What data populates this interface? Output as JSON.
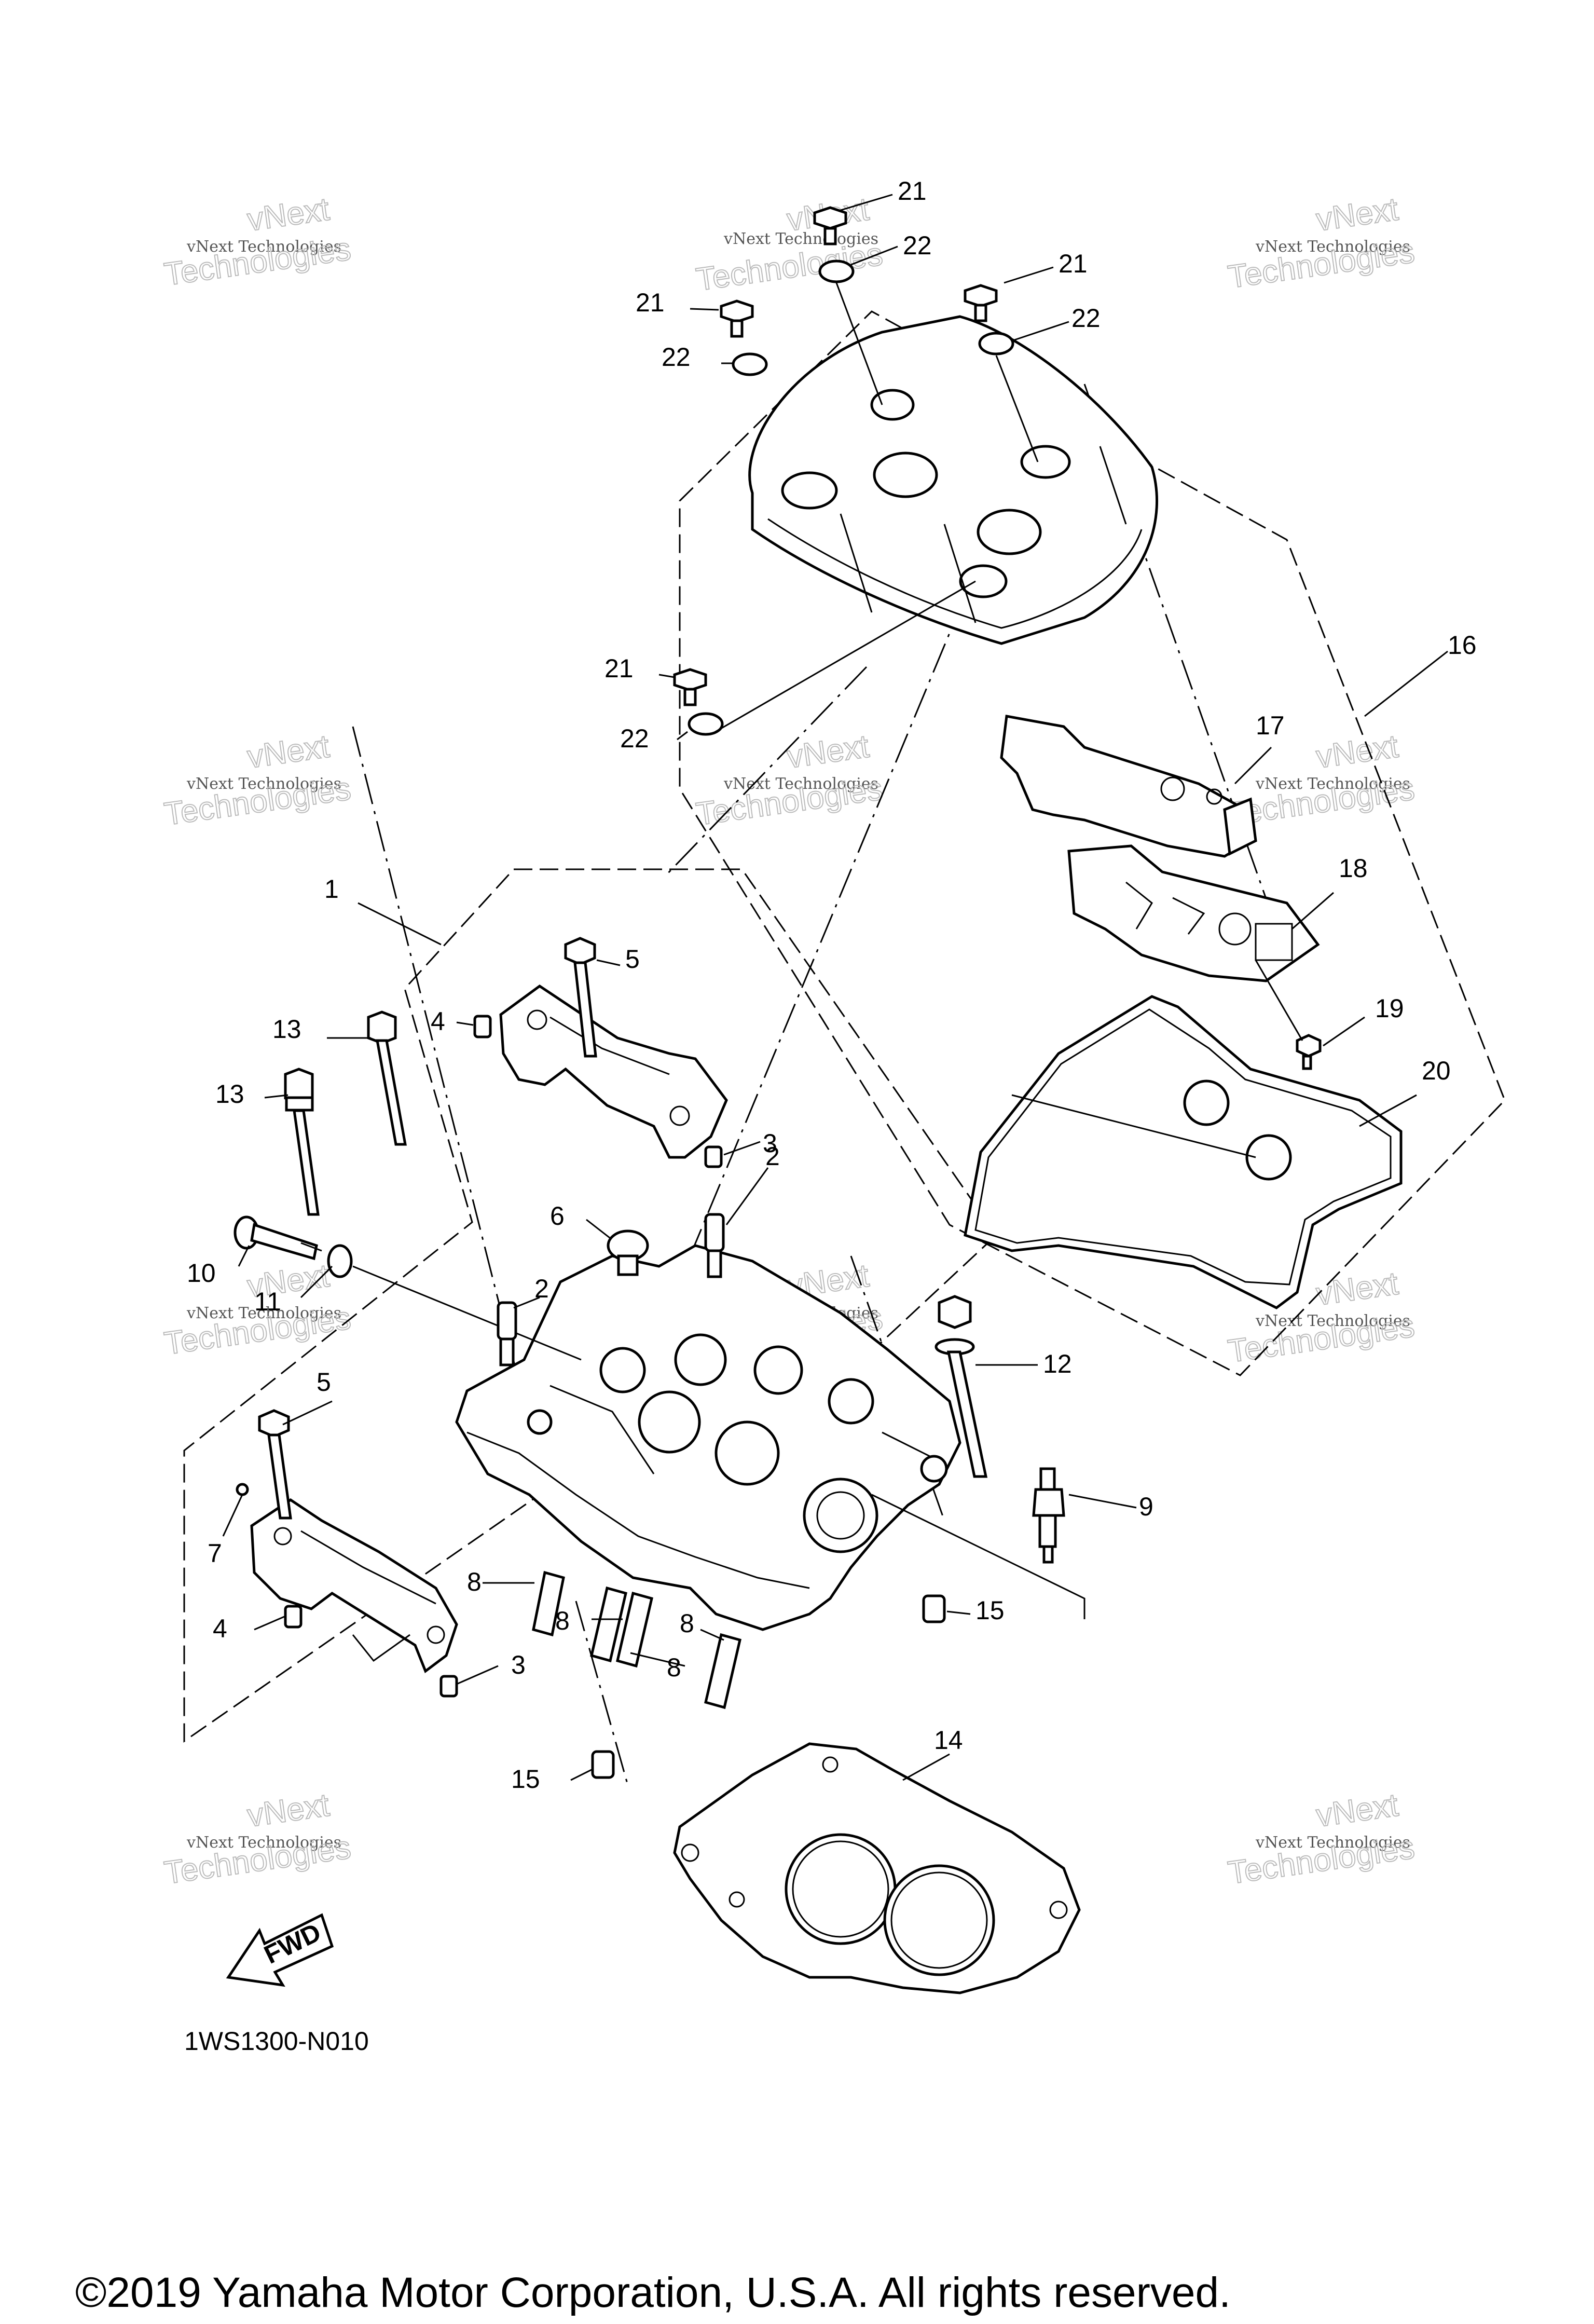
{
  "diagram": {
    "code": "1WS1300-N010",
    "copyright": "©2019 Yamaha Motor Corporation, U.S.A. All rights reserved.",
    "fwd_label": "FWD",
    "watermark_line1": "vNext Technologies",
    "watermark_line2": "vNext",
    "watermark_line3": "Technologies",
    "callouts": {
      "c1": "1",
      "c2a": "2",
      "c2b": "2",
      "c3a": "3",
      "c3b": "3",
      "c4a": "4",
      "c4b": "4",
      "c5a": "5",
      "c5b": "5",
      "c6": "6",
      "c7": "7",
      "c8a": "8",
      "c8b": "8",
      "c8c": "8",
      "c8d": "8",
      "c9": "9",
      "c10": "10",
      "c11": "11",
      "c12": "12",
      "c13a": "13",
      "c13b": "13",
      "c14": "14",
      "c15a": "15",
      "c15b": "15",
      "c16": "16",
      "c17": "17",
      "c18": "18",
      "c19": "19",
      "c20": "20",
      "c21a": "21",
      "c21b": "21",
      "c21c": "21",
      "c21d": "21",
      "c22a": "22",
      "c22b": "22",
      "c22c": "22",
      "c22d": "22"
    }
  }
}
